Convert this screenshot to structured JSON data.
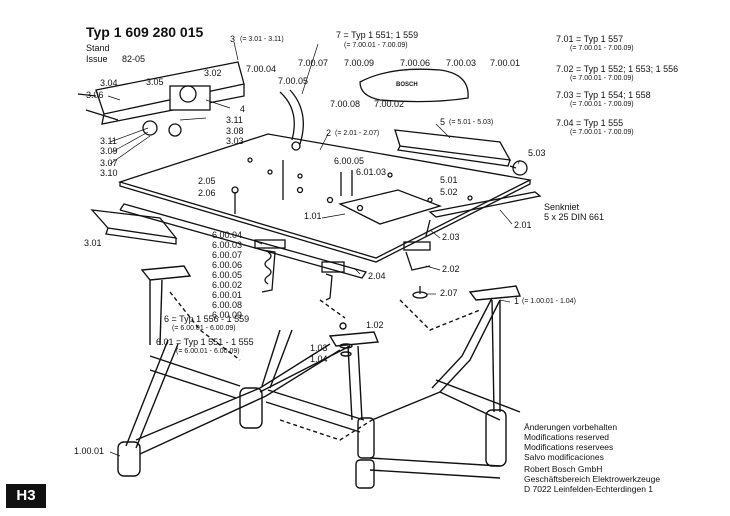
{
  "header": {
    "title": "Typ 1 609 280 015",
    "stand_label": "Stand",
    "issue_label": "Issue",
    "issue_value": "82-05"
  },
  "type_list": [
    {
      "code": "7.01",
      "typ": "= Typ 1 557",
      "range": "(= 7.00.01 - 7.00.09)"
    },
    {
      "code": "7.02",
      "typ": "= Typ 1 552; 1 553; 1 556",
      "range": "(= 7.00.01 - 7.00.09)"
    },
    {
      "code": "7.03",
      "typ": "= Typ 1 554; 1 558",
      "range": "(= 7.00.01 - 7.00.09)"
    },
    {
      "code": "7.04",
      "typ": "= Typ 1 555",
      "range": "(= 7.00.01 - 7.00.09)"
    }
  ],
  "callouts": {
    "c3": "3",
    "c3_range": "(= 3.01 - 3.11)",
    "c7": "7 = Typ 1 551; 1 559",
    "c7_range": "(= 7.00.01 - 7.00.09)",
    "c2": "2",
    "c2_range": "(= 2.01 - 2.07)",
    "c5": "5",
    "c5_range": "(= 5.01 - 5.03)",
    "c1": "1",
    "c1_range": "(= 1.00.01 - 1.04)",
    "c6": "6 = Typ 1 556 - 1 559",
    "c6_range": "(= 6.00.01 - 6.00.09)",
    "c601": "6.01 = Typ 1 551 - 1 555",
    "c601_range": "(= 6.00.01 - 6.00.09)",
    "senkniet_1": "Senkniet",
    "senkniet_2": "5 x 25 DIN 661"
  },
  "part_labels": {
    "p304": "3.04",
    "p306": "3.06",
    "p305": "3.05",
    "p302": "3.02",
    "p4": "4",
    "p311a": "3.11",
    "p308": "3.08",
    "p303": "3.03",
    "p311b": "3.11",
    "p309": "3.09",
    "p307": "3.07",
    "p310": "3.10",
    "p301": "3.01",
    "p70004": "7.00.04",
    "p70007": "7.00.07",
    "p70009": "7.00.09",
    "p70006": "7.00.06",
    "p70003": "7.00.03",
    "p70001": "7.00.01",
    "p70005": "7.00.05",
    "p70008": "7.00.08",
    "p70002": "7.00.02",
    "p503": "5.03",
    "p501": "5.01",
    "p502": "5.02",
    "p60005": "6.00.05",
    "p60103": "6.01.03",
    "p205": "2.05",
    "p206": "2.06",
    "p101": "1.01",
    "p203": "2.03",
    "p201": "2.01",
    "p204": "2.04",
    "p202": "2.02",
    "p207": "2.07",
    "p60004": "6.00.04",
    "p60003": "6.00.03",
    "p60007": "6.00.07",
    "p60006": "6.00.06",
    "p60005b": "6.00.05",
    "p60002": "6.00.02",
    "p60001": "6.00.01",
    "p60008": "6.00.08",
    "p60009": "6.00.09",
    "p102": "1.02",
    "p103": "1.03",
    "p104": "1.04",
    "p10001": "1.00.01"
  },
  "notes": {
    "line1": "Änderungen vorbehalten",
    "line2": "Modifications reserved",
    "line3": "Modifications reservees",
    "line4": "Salvo modificaciones",
    "company1": "Robert Bosch GmbH",
    "company2": "Geschäftsbereich Elektrowerkzeuge",
    "company3": "D 7022 Leinfelden-Echterdingen 1"
  },
  "brand_on_part": "BOSCH",
  "page_badge": "H3"
}
